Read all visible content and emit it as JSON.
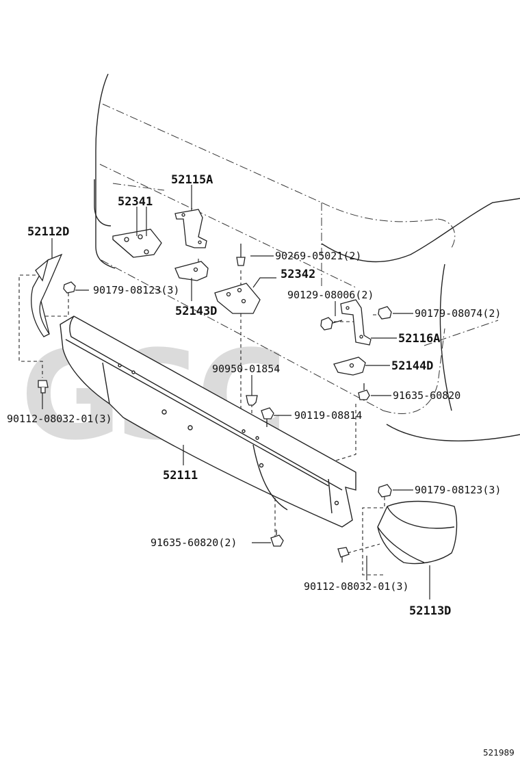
{
  "watermark": "GSC",
  "reference": "521989",
  "labels": {
    "p52115A": "52115A",
    "p52341": "52341",
    "p52112D": "52112D",
    "p90269": "90269-05021(2)",
    "p52342": "52342",
    "p90179_08123_left": "90179-08123(3)",
    "p52143D": "52143D",
    "p90129": "90129-08006(2)",
    "p90179_08074": "90179-08074(2)",
    "p52116A": "52116A",
    "p52144D": "52144D",
    "p90950": "90950-01854",
    "p91635_right": "91635-60820",
    "p90112_left": "90112-08032-01(3)",
    "p90119": "90119-08814",
    "p52111": "52111",
    "p90179_08123_right": "90179-08123(3)",
    "p91635_bottom": "91635-60820(2)",
    "p90112_right": "90112-08032-01(3)",
    "p52113D": "52113D"
  }
}
